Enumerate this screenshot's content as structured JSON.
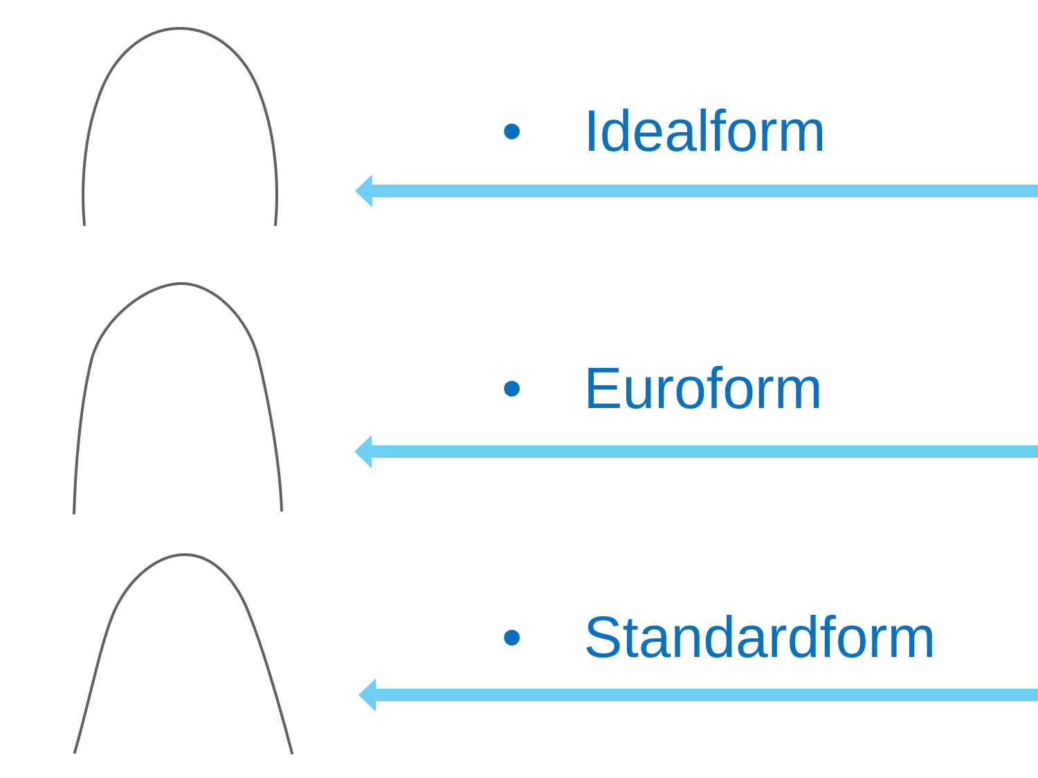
{
  "slide": {
    "bullet_glyph": "•",
    "items": [
      {
        "label": "Idealform",
        "wire_icon": "idealform-archwire-curve",
        "arrow_icon": "left-arrow",
        "arrow_direction": "left"
      },
      {
        "label": "Euroform",
        "wire_icon": "euroform-archwire-curve",
        "arrow_icon": "left-arrow",
        "arrow_direction": "left"
      },
      {
        "label": "Standardform",
        "wire_icon": "standardform-archwire-curve",
        "arrow_icon": "left-arrow",
        "arrow_direction": "left"
      }
    ]
  },
  "colors": {
    "label_text": "#0B71BE",
    "bullet": "#0B71BE",
    "arrow": "#6DCFF5",
    "wire": "#5F6162",
    "slide_bg": "#FFFFFF"
  }
}
